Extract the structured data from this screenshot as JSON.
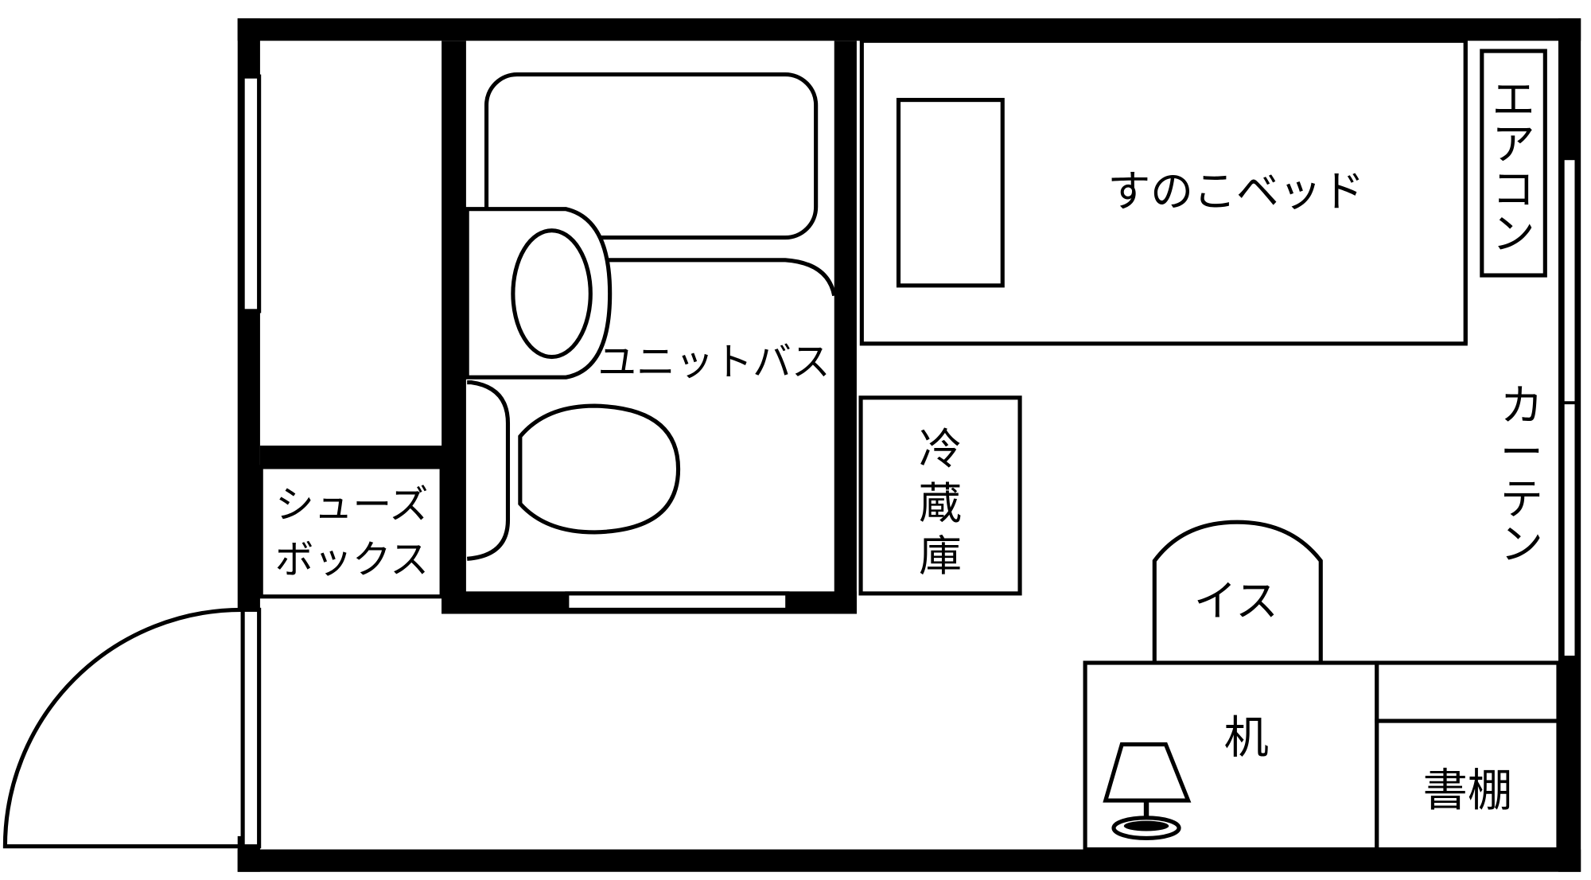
{
  "floor_plan": {
    "bed": "すのこベッド",
    "aircon": [
      "エ",
      "ア",
      "コ",
      "ン"
    ],
    "unit_bath": "ユニットバス",
    "fridge": [
      "冷",
      "蔵",
      "庫"
    ],
    "shoe_box": [
      "シューズ",
      "ボックス"
    ],
    "curtain": [
      "カ",
      "ー",
      "テ",
      "ン"
    ],
    "chair": "イス",
    "desk": "机",
    "bookshelf": "書棚"
  }
}
